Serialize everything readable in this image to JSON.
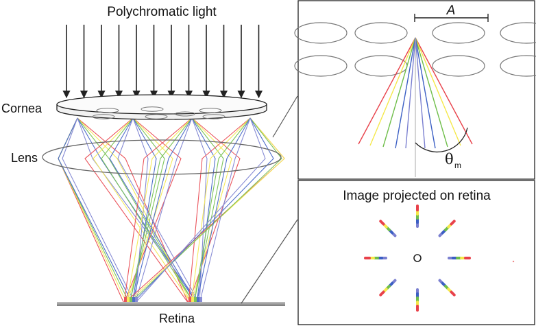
{
  "labels": {
    "title": "Polychromatic light",
    "cornea": "Cornea",
    "lens": "Lens",
    "retina": "Retina",
    "period": "A",
    "angle_symbol": "θ",
    "angle_subscript": "m",
    "panel_bottom_title": "Image projected on retina"
  },
  "spectrum_colors": [
    "#e8414a",
    "#f5e84a",
    "#6fbe4a",
    "#3b5fc4",
    "#7a7fd0"
  ]
}
